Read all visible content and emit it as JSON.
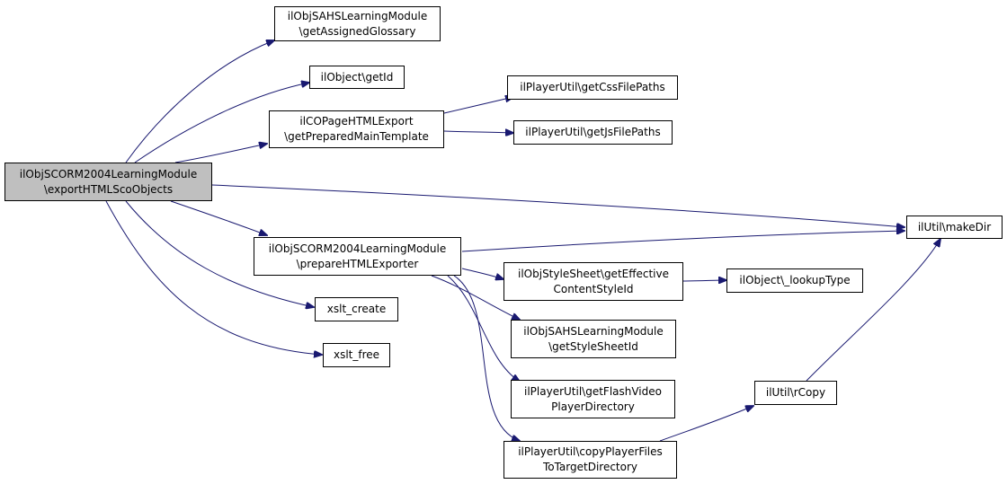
{
  "colors": {
    "edge": "#191970",
    "root_fill": "#bfbfbf",
    "node_fill": "#ffffff",
    "border": "#000000"
  },
  "nodes": {
    "export_sco": {
      "line1": "ilObjSCORM2004LearningModule",
      "line2": "\\exportHTMLScoObjects"
    },
    "get_assigned_glossary": {
      "line1": "ilObjSAHSLearningModule",
      "line2": "\\getAssignedGlossary"
    },
    "get_id": {
      "line1": "ilObject\\getId"
    },
    "get_prepared_main_template": {
      "line1": "ilCOPageHTMLExport",
      "line2": "\\getPreparedMainTemplate"
    },
    "get_css_file_paths": {
      "line1": "ilPlayerUtil\\getCssFilePaths"
    },
    "get_js_file_paths": {
      "line1": "ilPlayerUtil\\getJsFilePaths"
    },
    "prepare_html_exporter": {
      "line1": "ilObjSCORM2004LearningModule",
      "line2": "\\prepareHTMLExporter"
    },
    "make_dir": {
      "line1": "ilUtil\\makeDir"
    },
    "get_effective_content_style_id": {
      "line1": "ilObjStyleSheet\\getEffective",
      "line2": "ContentStyleId"
    },
    "lookup_type": {
      "line1": "ilObject\\_lookupType"
    },
    "get_style_sheet_id": {
      "line1": "ilObjSAHSLearningModule",
      "line2": "\\getStyleSheetId"
    },
    "xslt_create": {
      "line1": "xslt_create"
    },
    "xslt_free": {
      "line1": "xslt_free"
    },
    "get_flash_video_player_directory": {
      "line1": "ilPlayerUtil\\getFlashVideo",
      "line2": "PlayerDirectory"
    },
    "r_copy": {
      "line1": "ilUtil\\rCopy"
    },
    "copy_player_files": {
      "line1": "ilPlayerUtil\\copyPlayerFiles",
      "line2": "ToTargetDirectory"
    }
  }
}
